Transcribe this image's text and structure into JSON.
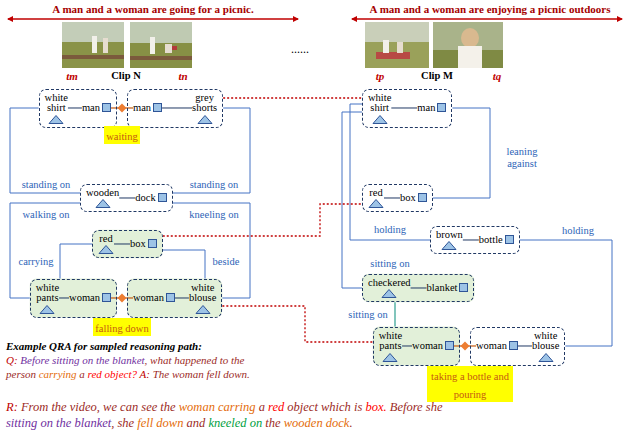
{
  "diagram": {
    "nodes": [
      {},
      {
        "text": [
          "white shirt"
        ],
        "in": 0
      },
      {
        "text": [
          "man"
        ],
        "in": 0
      },
      {},
      {
        "text": [
          "man"
        ],
        "in": 3
      },
      {
        "text": [
          "grey shorts"
        ],
        "in": 3
      },
      {
        "text": [
          "waiting"
        ]
      },
      {},
      {
        "text": [
          "white shirt"
        ],
        "in": 7
      },
      {
        "text": [
          "man"
        ],
        "in": 7
      },
      {},
      {
        "text": [
          "wooden"
        ],
        "in": 10
      },
      {
        "text": [
          "dock"
        ],
        "in": 10
      },
      {},
      {
        "text": [
          "red"
        ],
        "in": 13
      },
      {
        "text": [
          "box"
        ],
        "in": 13
      },
      {},
      {
        "text": [
          "brown"
        ],
        "in": 16
      },
      {
        "text": [
          "bottle"
        ],
        "in": 16
      },
      {},
      {
        "text": [
          "red"
        ],
        "in": 19
      },
      {
        "text": [
          "box"
        ],
        "in": 19
      },
      {},
      {
        "text": [
          "checkered"
        ],
        "in": 22
      },
      {
        "text": [
          "blanket"
        ],
        "in": 22
      },
      {},
      {
        "text": [
          "white pants"
        ],
        "in": 25
      },
      {
        "text": [
          "woman"
        ],
        "in": 25
      },
      {},
      {
        "text": [
          "woman"
        ],
        "in": 28
      },
      {
        "text": [
          "white blouse"
        ],
        "in": 28
      },
      {
        "text": [
          "falling down"
        ]
      },
      {},
      {
        "text": [
          "white pants"
        ],
        "in": 32
      },
      {
        "text": [
          "woman"
        ],
        "in": 32
      },
      {},
      {
        "text": [
          "woman"
        ],
        "in": 35
      },
      {
        "text": [
          "white blouse"
        ],
        "in": 35
      },
      {
        "text": [
          "taking a bottle and pouring"
        ]
      }
    ],
    "edges": [
      {
        "from": 1,
        "to": 2,
        "arrow": "none"
      },
      {
        "from": 4,
        "to": 5,
        "arrow": "none"
      },
      {
        "from": 2,
        "to": 4,
        "arrow": "none"
      },
      {
        "from": 8,
        "to": 9,
        "arrow": "none"
      },
      {
        "from": 11,
        "to": 12,
        "arrow": "none"
      },
      {
        "from": 14,
        "to": 15,
        "arrow": "none"
      },
      {
        "from": 17,
        "to": 18,
        "arrow": "none"
      },
      {
        "from": 20,
        "to": 21,
        "arrow": "none"
      },
      {
        "from": 23,
        "to": 24,
        "arrow": "none"
      },
      {
        "from": 26,
        "to": 27,
        "arrow": "none"
      },
      {
        "from": 29,
        "to": 30,
        "arrow": "none"
      },
      {
        "from": 27,
        "to": 29,
        "arrow": "none"
      },
      {
        "from": 33,
        "to": 34,
        "arrow": "none"
      },
      {
        "from": 36,
        "to": 37,
        "arrow": "none"
      },
      {
        "from": 34,
        "to": 36,
        "arrow": "none"
      },
      {
        "from": 0,
        "to": 10,
        "label": "standing on",
        "arrow": "none"
      },
      {
        "from": 3,
        "to": 10,
        "label": "standing on",
        "arrow": "none"
      },
      {
        "from": 25,
        "to": 10,
        "label": "walking on",
        "arrow": "none"
      },
      {
        "from": 28,
        "to": 10,
        "label": "kneeling on",
        "arrow": "none"
      },
      {
        "from": 25,
        "to": 19,
        "label": "carrying",
        "arrow": "none"
      },
      {
        "from": 28,
        "to": 19,
        "label": "beside",
        "arrow": "none"
      },
      {
        "from": 7,
        "to": 13,
        "label": "leaning against",
        "arrow": "none"
      },
      {
        "from": 7,
        "to": 16,
        "label": "holding",
        "arrow": "none"
      },
      {
        "from": 7,
        "to": 22,
        "label": "sitting on",
        "arrow": "none"
      },
      {
        "from": 32,
        "to": 22,
        "label": "sitting on",
        "arrow": "none"
      },
      {
        "from": 35,
        "to": 16,
        "label": "holding",
        "arrow": "none"
      },
      {
        "from": 3,
        "to": 7,
        "arrow": "none"
      },
      {
        "from": 19,
        "to": 13,
        "arrow": "none"
      },
      {
        "from": 28,
        "to": 32,
        "arrow": "none"
      }
    ],
    "labels": [
      "A man and a woman are going for a picnic.",
      "A man and a woman are enjoying a picnic outdoors",
      "tm",
      "Clip N",
      "tn",
      "......",
      "tp",
      "Clip M",
      "tq",
      "Example QRA for sampled reasoning path:",
      "Q:",
      "Before sitting on the blanket",
      ", what happened to the",
      "person",
      "carrying",
      "a",
      "red object?",
      "A:",
      "The woman fell down.",
      "R:",
      "From the video, we can see the",
      "woman carring",
      "a",
      "red",
      "object which is",
      "box.",
      "Before she",
      "sitting on the blanket",
      ", she",
      "fell down",
      "and",
      "kneeled on",
      "the",
      "wooden dock",
      "."
    ]
  }
}
